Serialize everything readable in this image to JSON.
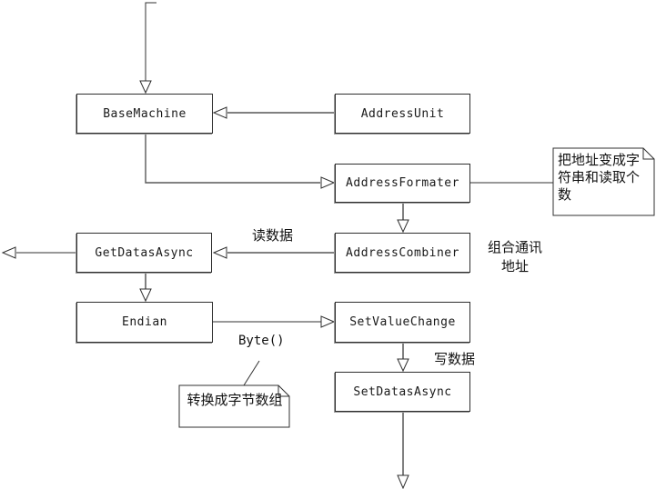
{
  "diagram": {
    "nodes": [
      {
        "id": "base-machine",
        "label": "BaseMachine"
      },
      {
        "id": "address-unit",
        "label": "AddressUnit"
      },
      {
        "id": "address-formater",
        "label": "AddressFormater"
      },
      {
        "id": "get-datas-async",
        "label": "GetDatasAsync"
      },
      {
        "id": "address-combiner",
        "label": "AddressCombiner"
      },
      {
        "id": "endian",
        "label": "Endian"
      },
      {
        "id": "set-value-change",
        "label": "SetValueChange"
      },
      {
        "id": "set-datas-async",
        "label": "SetDatasAsync"
      }
    ],
    "notes": [
      {
        "id": "note-address-formater",
        "text": "把地址变成字符串和读取个数"
      },
      {
        "id": "note-endian",
        "text": "转换成字节数组"
      }
    ],
    "edge_labels": [
      {
        "id": "read-data",
        "text": "读数据"
      },
      {
        "id": "combine-address",
        "text": "组合通讯地址"
      },
      {
        "id": "byte-call",
        "text": "Byte()"
      },
      {
        "id": "write-data",
        "text": "写数据"
      }
    ],
    "colors": {
      "line_gray": "#808080",
      "line_dark": "#303030",
      "box_border": "#2e2e2e",
      "background": "#ffffff"
    }
  }
}
